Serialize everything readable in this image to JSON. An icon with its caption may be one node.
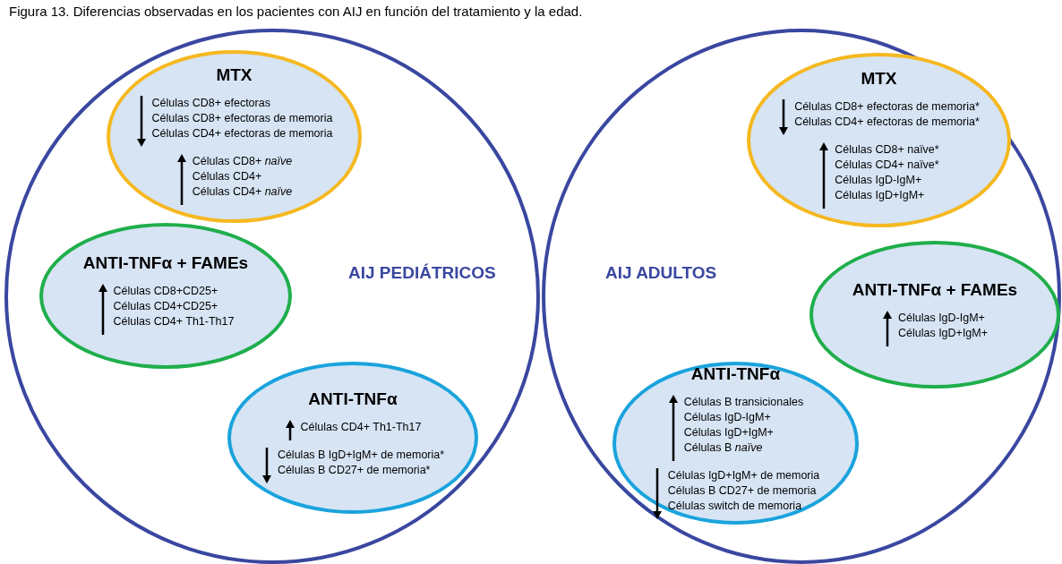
{
  "diagram": {
    "title": "Figura 13. Diferencias observadas en los pacientes con AIJ en función del tratamiento y la edad.",
    "nodes": [
      {
        "text": [
          "AIJ PEDIÁTRICOS"
        ]
      },
      {
        "text": [
          "MTX",
          "Células CD8+ efectoras",
          "Células CD8+ efectoras de memoria",
          "Células CD4+ efectoras de memoria",
          "Células CD8+ *naïve*",
          "Células CD4+",
          "Células CD4+ *naïve*"
        ],
        "in": 0
      },
      {
        "text": [
          "ANTI-TNFα + FAMEs",
          "Células CD8+CD25+",
          "Células CD4+CD25+",
          "Células CD4+ Th1-Th17"
        ],
        "in": 0
      },
      {
        "text": [
          "ANTI-TNFα",
          "Células CD4+ Th1-Th17",
          "Células B IgD+IgM+ de memoria*",
          "Células B CD27+ de memoria*"
        ],
        "in": 0
      },
      {
        "text": [
          "AIJ ADULTOS"
        ]
      },
      {
        "text": [
          "MTX",
          "Células CD8+ efectoras de memoria*",
          "Células CD4+ efectoras de memoria*",
          "Células CD8+ naïve*",
          "Células CD4+ naïve*",
          "Células IgD-IgM+",
          "Células IgD+IgM+"
        ],
        "in": 4
      },
      {
        "text": [
          "ANTI-TNFα + FAMEs",
          "Células IgD-IgM+",
          "Células IgD+IgM+"
        ],
        "in": 4
      },
      {
        "text": [
          "ANTI-TNFα",
          "Células B transicionales",
          "Células IgD-IgM+",
          "Células IgD+IgM+",
          "Células B *naïve*",
          "Células IgD+IgM+ de memoria",
          "Células B CD27+ de memoria",
          "Células switch de memoria"
        ],
        "in": 4
      }
    ],
    "edges": []
  }
}
